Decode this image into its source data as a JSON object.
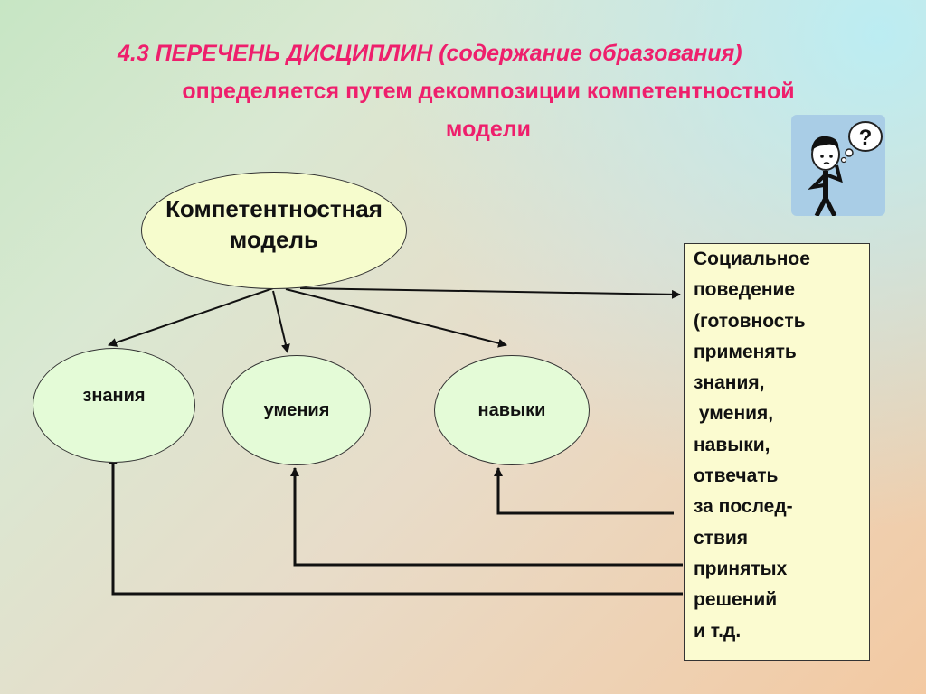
{
  "title": {
    "line1": "4.3   ПЕРЕЧЕНЬ ДИСЦИПЛИН (содержание образования)",
    "line2": "определяется путем декомпозиции компетентностной",
    "line3": "модели"
  },
  "diagram": {
    "main_node": "Компетентностная модель",
    "nodes": [
      "знания",
      "умения",
      "навыки"
    ],
    "side_box": "Социальное\nповедение\n(готовность\nприменять\nзнания,\n умения,\nнавыки,\nотвечать\nза послед-\nствия\nпринятых\nрешений\nи т.д."
  },
  "colors": {
    "title": "#ee1f6c",
    "main_node_fill": "#f6fccd",
    "node_fill": "#e4fbd7",
    "box_fill": "#fbfbd0"
  },
  "icons": [
    "thinking-person-question-icon"
  ]
}
